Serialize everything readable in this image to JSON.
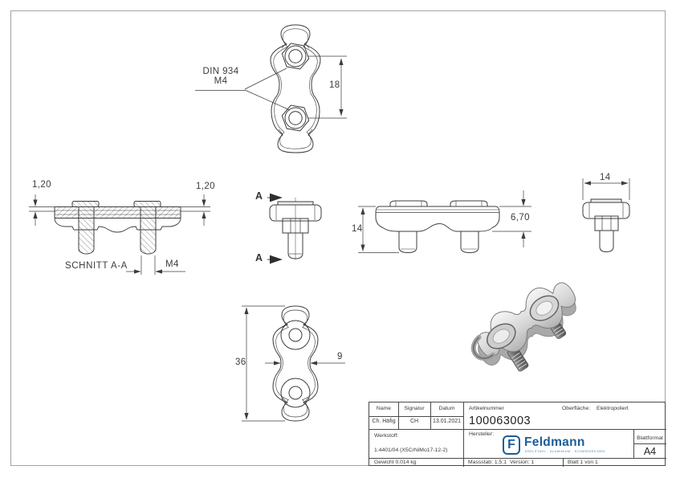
{
  "drawing": {
    "din934_line1": "DIN 934",
    "din934_line2": "M4",
    "dim_pitch": "18",
    "dim_thickness_left": "1,20",
    "dim_thickness_right": "1,20",
    "section_title": "SCHNITT A-A",
    "dim_thread": "M4",
    "section_letter": "A",
    "dim_height": "14",
    "dim_body_height": "6,70",
    "dim_width": "14",
    "dim_length": "36",
    "dim_waist": "9"
  },
  "title_block": {
    "name_label": "Name",
    "signatur_label": "Signatur",
    "datum_label": "Datum",
    "name_value": "Ch. Häfig",
    "signatur_value": "CH",
    "datum_value": "13.01.2021",
    "artikelnummer_label": "Artikelnummer",
    "artikelnummer_value": "100063003",
    "oberflaeche_label": "Oberfläche:",
    "oberflaeche_value": "Elektropoliert",
    "werkstoff_label": "Werkstoff:",
    "werkstoff_value": "1.4401/04 (X5CrNiMo17-12-2)",
    "hersteller_label": "Hersteller:",
    "logo_letter": "F",
    "logo_text": "Feldmann",
    "logo_tagline": "EDELSTAHL · ALUMINIUM · SCHMIEDEEISEN",
    "blattformat_label": "Blattformat",
    "blattformat_value": "A4",
    "gewicht_label": "Gewicht 0.014 kg",
    "massstab_label": "Massstab: 1.5:1",
    "version_label": "Version: 1",
    "blatt_label": "Blatt 1 von 1"
  },
  "colors": {
    "line": "#3c3c3c",
    "sheet_border": "#a3a3a3",
    "logo_blue": "#1b5e97",
    "logo_tagline_blue": "#4a7fb5"
  }
}
